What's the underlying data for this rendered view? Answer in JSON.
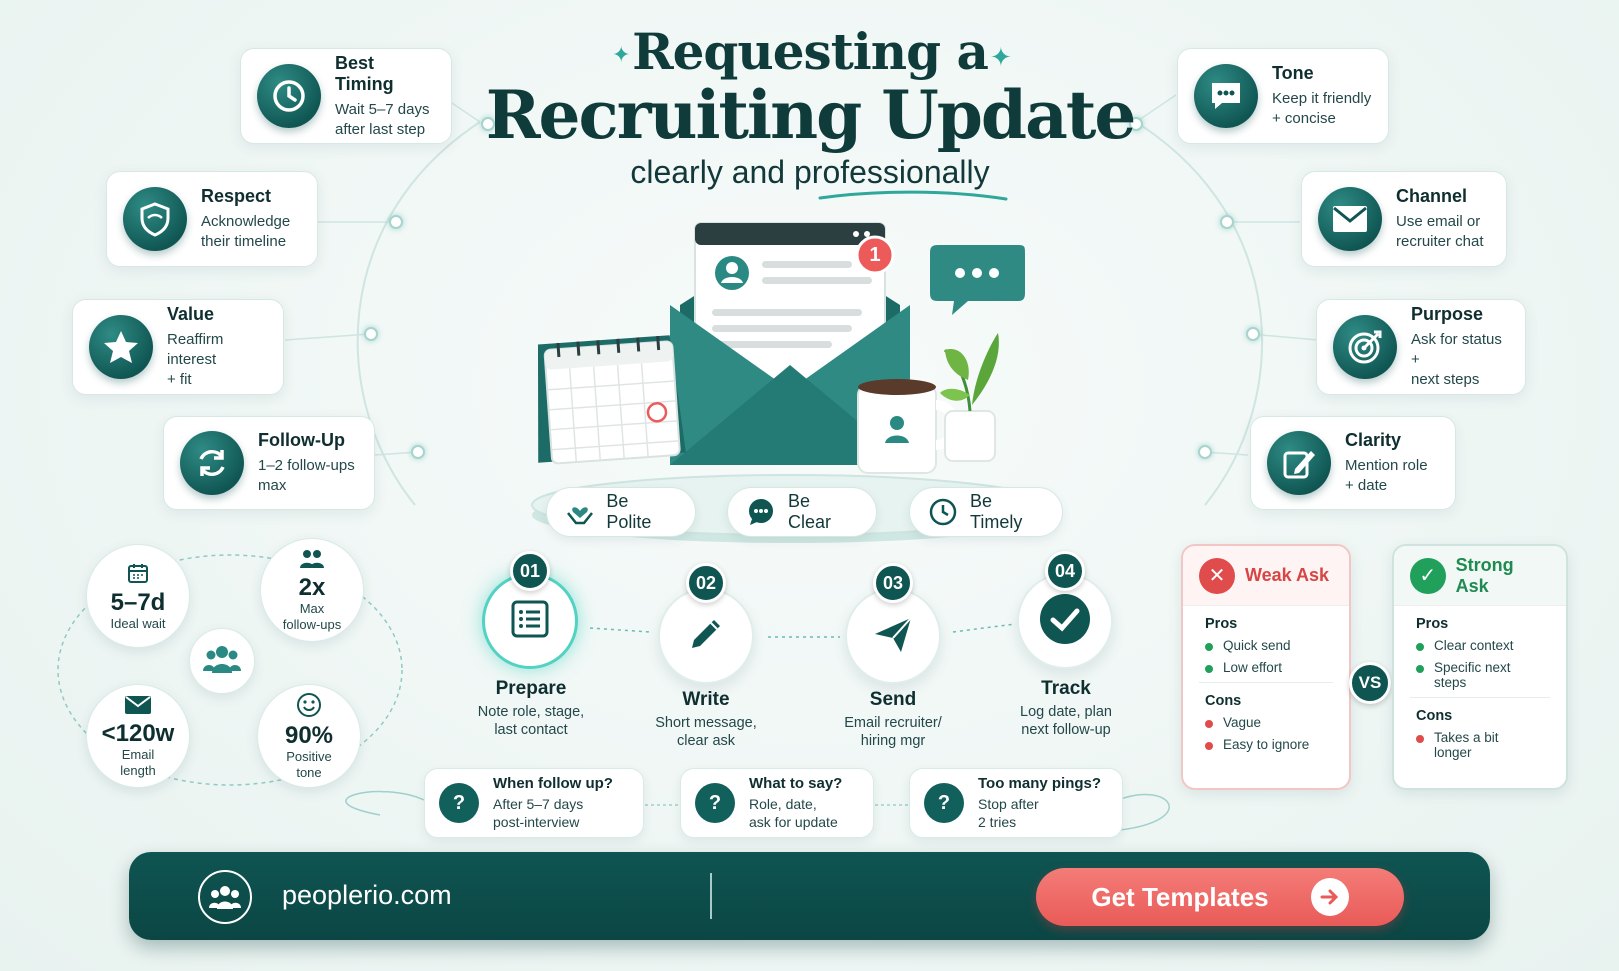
{
  "title": {
    "line1": "Requesting a",
    "line2": "Recruiting Update",
    "subtitle": "clearly and professionally"
  },
  "colors": {
    "primary": "#0f5552",
    "accent": "#2fa79b",
    "cta": "#ee6864",
    "weak": "#e04b4b",
    "strong": "#20a05a"
  },
  "left_cards": [
    {
      "title": "Best Timing",
      "desc1": "Wait 5–7 days",
      "desc2": "after last step",
      "icon": "clock-icon"
    },
    {
      "title": "Respect",
      "desc1": "Acknowledge",
      "desc2": "their timeline",
      "icon": "shield-icon"
    },
    {
      "title": "Value",
      "desc1": "Reaffirm interest",
      "desc2": "+ fit",
      "icon": "star-icon"
    },
    {
      "title": "Follow-Up",
      "desc1": "1–2 follow-ups",
      "desc2": "max",
      "icon": "refresh-icon"
    }
  ],
  "right_cards": [
    {
      "title": "Tone",
      "desc1": "Keep it friendly",
      "desc2": "+ concise",
      "icon": "chat-icon"
    },
    {
      "title": "Channel",
      "desc1": "Use email or",
      "desc2": "recruiter chat",
      "icon": "mail-icon"
    },
    {
      "title": "Purpose",
      "desc1": "Ask for status +",
      "desc2": "next steps",
      "icon": "target-icon"
    },
    {
      "title": "Clarity",
      "desc1": "Mention role",
      "desc2": "+ date",
      "icon": "pencil-icon"
    }
  ],
  "illustration": {
    "notification_count": "1"
  },
  "pills": [
    {
      "label": "Be Polite",
      "icon": "heart-hands-icon"
    },
    {
      "label": "Be Clear",
      "icon": "chat-dots-icon"
    },
    {
      "label": "Be Timely",
      "icon": "clock-icon"
    }
  ],
  "stats": [
    {
      "value": "5–7d",
      "label1": "Ideal wait",
      "label2": "",
      "icon": "calendar-icon"
    },
    {
      "value": "2x",
      "label1": "Max",
      "label2": "follow-ups",
      "icon": "people-icon"
    },
    {
      "value": "<120w",
      "label1": "Email",
      "label2": "length",
      "icon": "mail-icon"
    },
    {
      "value": "90%",
      "label1": "Positive",
      "label2": "tone",
      "icon": "smile-icon"
    }
  ],
  "steps": [
    {
      "num": "01",
      "title": "Prepare",
      "desc1": "Note role, stage,",
      "desc2": "last contact",
      "icon": "list-icon"
    },
    {
      "num": "02",
      "title": "Write",
      "desc1": "Short message,",
      "desc2": "clear ask",
      "icon": "pencil-icon"
    },
    {
      "num": "03",
      "title": "Send",
      "desc1": "Email recruiter/",
      "desc2": "hiring mgr",
      "icon": "send-icon"
    },
    {
      "num": "04",
      "title": "Track",
      "desc1": "Log date, plan",
      "desc2": "next follow-up",
      "icon": "check-icon"
    }
  ],
  "faqs": [
    {
      "q": "When follow up?",
      "a1": "After 5–7 days",
      "a2": "post-interview"
    },
    {
      "q": "What to say?",
      "a1": "Role, date,",
      "a2": "ask for update"
    },
    {
      "q": "Too many pings?",
      "a1": "Stop after",
      "a2": "2 tries"
    }
  ],
  "weak": {
    "title": "Weak Ask",
    "pros_label": "Pros",
    "pros": [
      "Quick send",
      "Low effort"
    ],
    "cons_label": "Cons",
    "cons": [
      "Vague",
      "Easy to ignore"
    ]
  },
  "strong": {
    "title": "Strong Ask",
    "pros_label": "Pros",
    "pros": [
      "Clear context",
      "Specific next steps"
    ],
    "cons_label": "Cons",
    "cons": [
      "Takes a bit",
      "longer"
    ]
  },
  "vs": "VS",
  "footer": {
    "site": "peoplerio.com",
    "cta": "Get Templates"
  }
}
